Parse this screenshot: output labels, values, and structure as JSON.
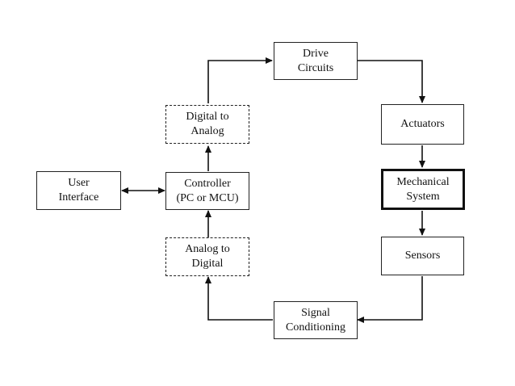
{
  "diagram": {
    "blocks": {
      "drive_circuits": {
        "lines": [
          "Drive",
          "Circuits"
        ],
        "style": "solid"
      },
      "digital_to_analog": {
        "lines": [
          "Digital to",
          "Analog"
        ],
        "style": "dashed"
      },
      "actuators": {
        "lines": [
          "Actuators"
        ],
        "style": "solid"
      },
      "user_interface": {
        "lines": [
          "User",
          "Interface"
        ],
        "style": "solid"
      },
      "controller": {
        "lines": [
          "Controller",
          "(PC or MCU)"
        ],
        "style": "solid"
      },
      "mechanical_system": {
        "lines": [
          "Mechanical",
          "System"
        ],
        "style": "thick"
      },
      "analog_to_digital": {
        "lines": [
          "Analog to",
          "Digital"
        ],
        "style": "dashed"
      },
      "sensors": {
        "lines": [
          "Sensors"
        ],
        "style": "solid"
      },
      "signal_conditioning": {
        "lines": [
          "Signal",
          "Conditioning"
        ],
        "style": "solid"
      }
    },
    "connections": [
      {
        "from": "controller",
        "to": "digital_to_analog"
      },
      {
        "from": "digital_to_analog",
        "to": "drive_circuits"
      },
      {
        "from": "drive_circuits",
        "to": "actuators"
      },
      {
        "from": "actuators",
        "to": "mechanical_system"
      },
      {
        "from": "mechanical_system",
        "to": "sensors"
      },
      {
        "from": "sensors",
        "to": "signal_conditioning"
      },
      {
        "from": "signal_conditioning",
        "to": "analog_to_digital"
      },
      {
        "from": "analog_to_digital",
        "to": "controller"
      },
      {
        "from": "user_interface",
        "to": "controller",
        "bidirectional": true
      }
    ],
    "colors": {
      "line": "#111111",
      "border": "#222222",
      "text": "#111111"
    }
  }
}
